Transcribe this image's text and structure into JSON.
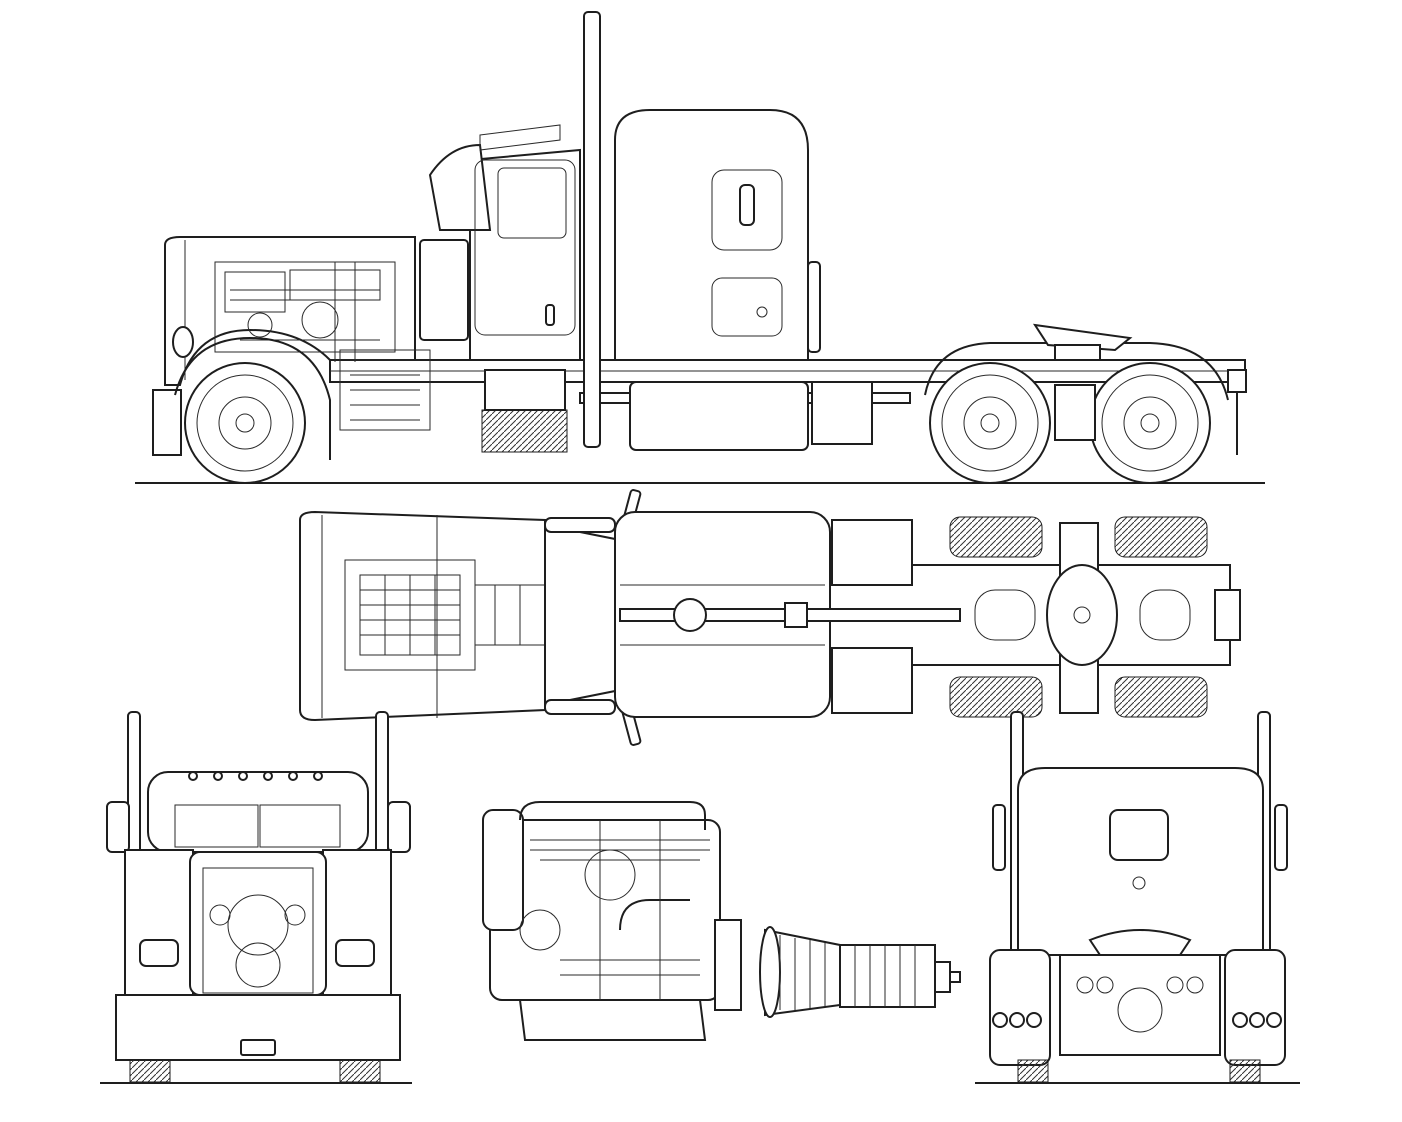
{
  "drawing": {
    "type": "technical-line-drawing",
    "subject_views": [
      "side-view",
      "top-view",
      "front-view",
      "engine-view",
      "transmission-view",
      "rear-view"
    ],
    "colors": {
      "line": "#1e1e1e",
      "background": "#ffffff"
    }
  }
}
